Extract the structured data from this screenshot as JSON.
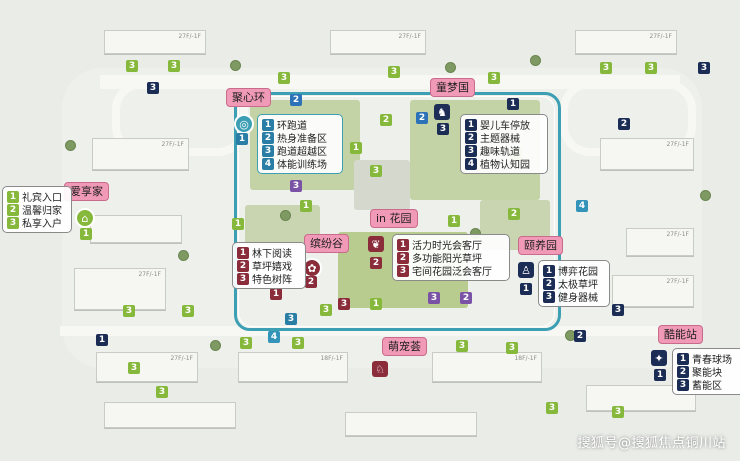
{
  "building_label": "27F/-1F",
  "building_label_alt": "18F/-1F",
  "colors": {
    "ring": "#3d9fb3",
    "tag_pink": "#f19ab7",
    "badge_green": "#86b83b",
    "badge_navy": "#1c2d55",
    "badge_maroon": "#8a2c3a",
    "badge_purple": "#7a53a6",
    "badge_blue": "#2c72b8",
    "badge_teal": "#2a7ea6"
  },
  "zones": {
    "jujuhuan": {
      "name": "聚心环",
      "icon": "ring-icon",
      "items": [
        {
          "n": "1",
          "label": "环跑道"
        },
        {
          "n": "2",
          "label": "热身准备区"
        },
        {
          "n": "3",
          "label": "跑道超越区"
        },
        {
          "n": "4",
          "label": "体能训练场"
        }
      ]
    },
    "tongmengguo": {
      "name": "童梦国",
      "icon": "rocking-horse-icon",
      "items": [
        {
          "n": "1",
          "label": "婴儿车停放"
        },
        {
          "n": "2",
          "label": "主题器械"
        },
        {
          "n": "3",
          "label": "趣味轨道"
        },
        {
          "n": "4",
          "label": "植物认知园"
        }
      ]
    },
    "aixiangjia": {
      "name": "爱享家",
      "icon": "home-icon",
      "items": [
        {
          "n": "1",
          "label": "礼宾入口"
        },
        {
          "n": "2",
          "label": "温馨归家"
        },
        {
          "n": "3",
          "label": "私享入户"
        }
      ]
    },
    "binfengu": {
      "name": "缤纷谷",
      "icon": "flower-icon",
      "items": [
        {
          "n": "1",
          "label": "林下阅读"
        },
        {
          "n": "2",
          "label": "草坪嬉戏"
        },
        {
          "n": "3",
          "label": "特色树阵"
        }
      ]
    },
    "inhuayuan": {
      "name": "in 花园",
      "icon": "bird-icon",
      "items": [
        {
          "n": "1",
          "label": "活力时光会客厅"
        },
        {
          "n": "2",
          "label": "多功能阳光草坪"
        },
        {
          "n": "3",
          "label": "宅间花园泛会客厅"
        }
      ]
    },
    "yiyangyuan": {
      "name": "颐养园",
      "icon": "elderly-icon",
      "items": [
        {
          "n": "1",
          "label": "博弈花园"
        },
        {
          "n": "2",
          "label": "太极草坪"
        },
        {
          "n": "3",
          "label": "健身器械"
        }
      ]
    },
    "kunengzhan": {
      "name": "酷能站",
      "icon": "athlete-icon",
      "items": [
        {
          "n": "1",
          "label": "青春球场"
        },
        {
          "n": "2",
          "label": "聚能块"
        },
        {
          "n": "3",
          "label": "蓄能区"
        }
      ]
    },
    "mengchonghui": {
      "name": "萌宠荟",
      "icon": "dog-icon"
    }
  },
  "watermark": "搜狐号@搜狐焦点铜川站"
}
